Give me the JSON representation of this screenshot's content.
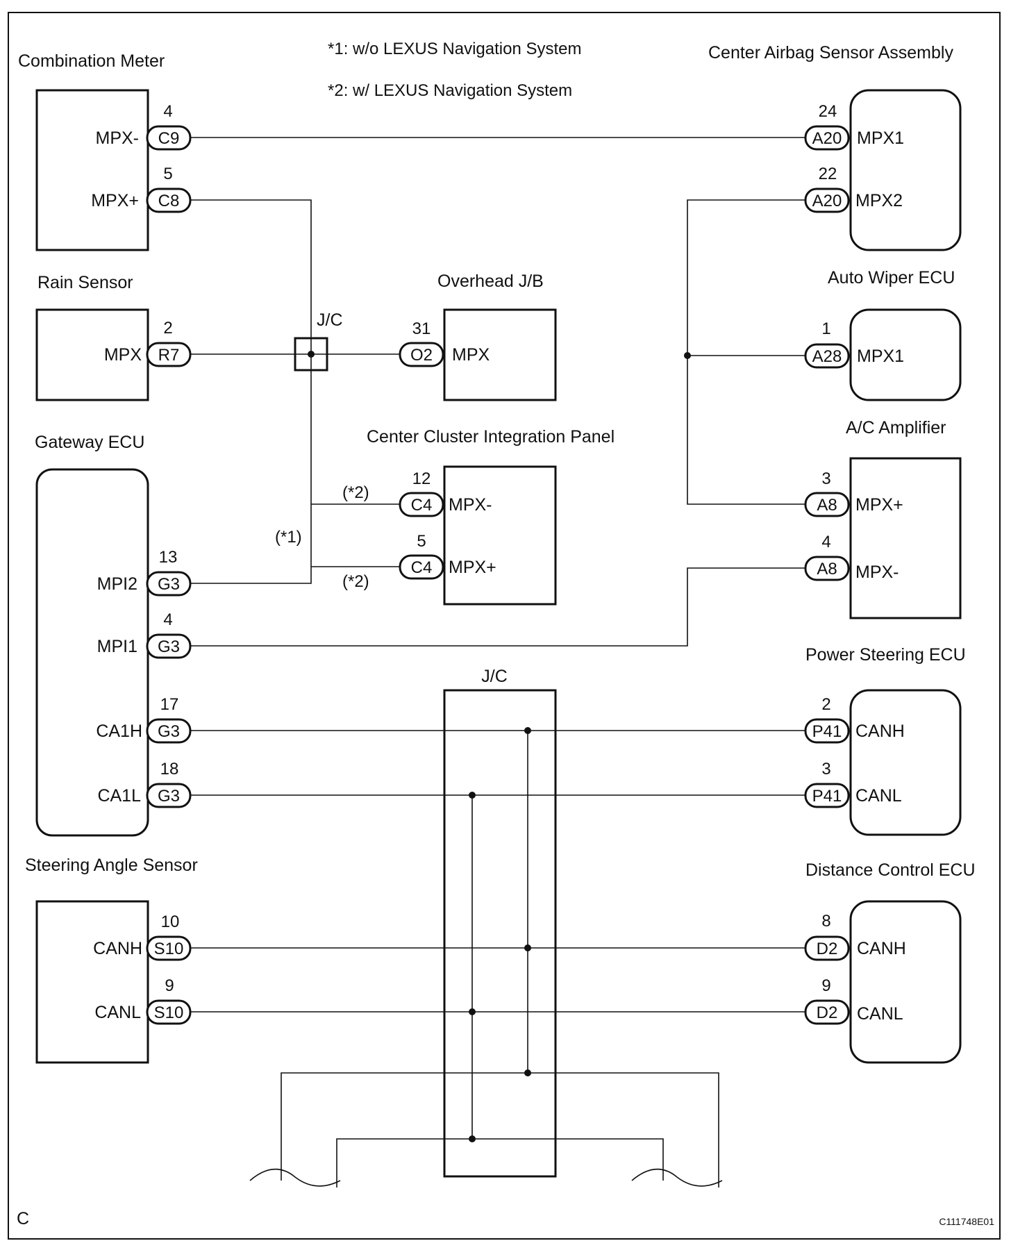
{
  "notes": {
    "n1": "*1: w/o LEXUS Navigation System",
    "n2": "*2: w/ LEXUS Navigation System"
  },
  "components": {
    "combination_meter": "Combination Meter",
    "rain_sensor": "Rain Sensor",
    "gateway_ecu": "Gateway ECU",
    "steering_angle_sensor": "Steering Angle Sensor",
    "overhead_jb": "Overhead J/B",
    "center_cluster": "Center Cluster Integration Panel",
    "center_airbag": "Center Airbag Sensor Assembly",
    "auto_wiper": "Auto Wiper ECU",
    "ac_amplifier": "A/C Amplifier",
    "power_steering": "Power Steering ECU",
    "distance_control": "Distance Control ECU",
    "jc_small": "J/C",
    "jc_large": "J/C"
  },
  "terminals": {
    "cm_mpx_minus": "MPX-",
    "cm_mpx_plus": "MPX+",
    "rs_mpx": "MPX",
    "gw_mpi2": "MPI2",
    "gw_mpi1": "MPI1",
    "gw_ca1h": "CA1H",
    "gw_ca1l": "CA1L",
    "sa_canh": "CANH",
    "sa_canl": "CANL",
    "oh_mpx": "MPX",
    "cc_mpx_minus": "MPX-",
    "cc_mpx_plus": "MPX+",
    "ab_mpx1": "MPX1",
    "ab_mpx2": "MPX2",
    "aw_mpx1": "MPX1",
    "ac_mpx_plus": "MPX+",
    "ac_mpx_minus": "MPX-",
    "ps_canh": "CANH",
    "ps_canl": "CANL",
    "dc_canh": "CANH",
    "dc_canl": "CANL"
  },
  "connectors": {
    "c9": "C9",
    "c8": "C8",
    "r7": "R7",
    "g3_13": "G3",
    "g3_4": "G3",
    "g3_17": "G3",
    "g3_18": "G3",
    "s10_10": "S10",
    "s10_9": "S10",
    "o2": "O2",
    "c4_12": "C4",
    "c4_5": "C4",
    "a20_24": "A20",
    "a20_22": "A20",
    "a28": "A28",
    "a8_3": "A8",
    "a8_4": "A8",
    "p41_2": "P41",
    "p41_3": "P41",
    "d2_8": "D2",
    "d2_9": "D2"
  },
  "pins": {
    "c9": "4",
    "c8": "5",
    "r7": "2",
    "g3_13": "13",
    "g3_4": "4",
    "g3_17": "17",
    "g3_18": "18",
    "s10_10": "10",
    "s10_9": "9",
    "o2": "31",
    "c4_12": "12",
    "c4_5": "5",
    "a20_24": "24",
    "a20_22": "22",
    "a28": "1",
    "a8_3": "3",
    "a8_4": "4",
    "p41_2": "2",
    "p41_3": "3",
    "d2_8": "8",
    "d2_9": "9"
  },
  "wire_notes": {
    "star1": "(*1)",
    "star2_upper": "(*2)",
    "star2_lower": "(*2)"
  },
  "corner_letter": "C",
  "figure_id": "C111748E01"
}
